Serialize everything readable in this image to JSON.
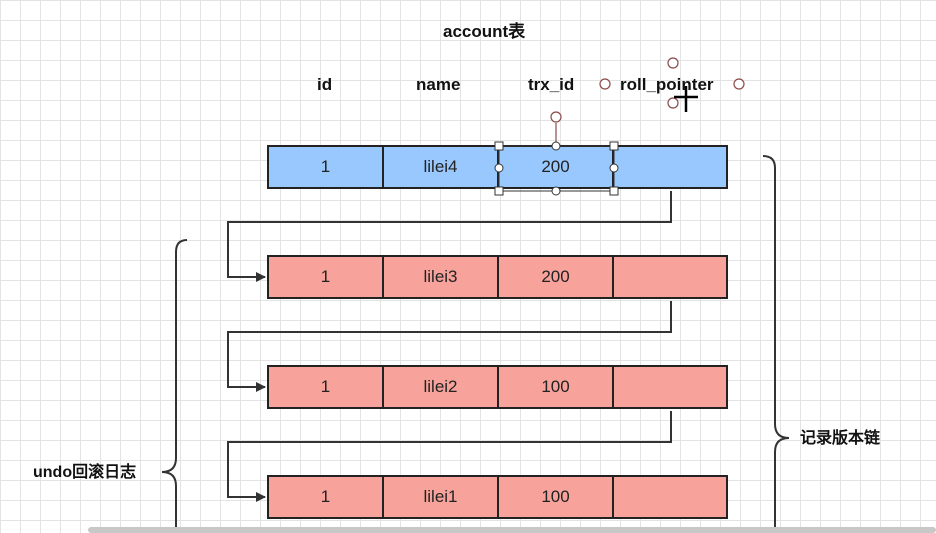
{
  "diagram": {
    "title": "account表",
    "columns": {
      "id": "id",
      "name": "name",
      "trx_id": "trx_id",
      "roll_pointer": "roll_pointer"
    },
    "current_row": {
      "id": "1",
      "name": "lilei4",
      "trx_id": "200",
      "roll_pointer": ""
    },
    "undo_rows": [
      {
        "id": "1",
        "name": "lilei3",
        "trx_id": "200",
        "roll_pointer": ""
      },
      {
        "id": "1",
        "name": "lilei2",
        "trx_id": "100",
        "roll_pointer": ""
      },
      {
        "id": "1",
        "name": "lilei1",
        "trx_id": "100",
        "roll_pointer": ""
      }
    ],
    "left_bracket_label": "undo回滚日志",
    "right_bracket_label": "记录版本链"
  },
  "colors": {
    "current_row": "#99c8ff",
    "undo_row": "#f7a39b",
    "border": "#222222",
    "selection_handle": "#8a4a4a",
    "grid": "#e3e3e3"
  }
}
